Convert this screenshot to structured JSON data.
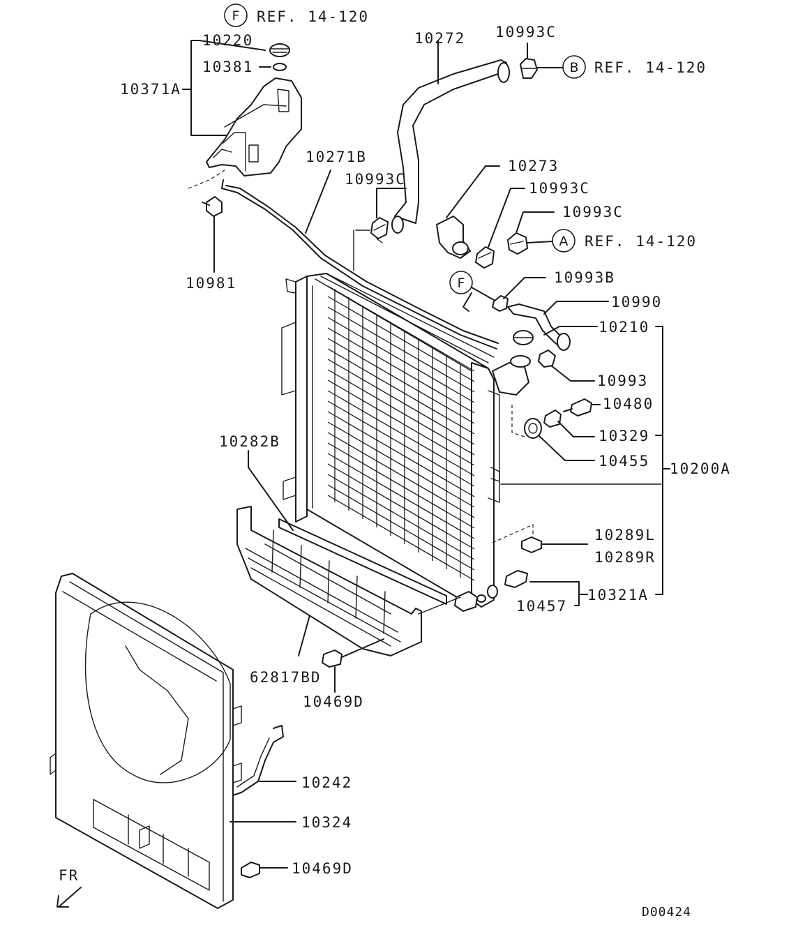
{
  "diagram_id": "D00424",
  "orientation_label": "FR",
  "references": {
    "f_top": {
      "letter": "F",
      "text": "REF. 14-120"
    },
    "b": {
      "letter": "B",
      "text": "REF. 14-120"
    },
    "a": {
      "letter": "A",
      "text": "REF. 14-120"
    },
    "f_mid": {
      "letter": "F"
    }
  },
  "parts": {
    "p10220": "10220",
    "p10381": "10381",
    "p10371A": "10371A",
    "p10272": "10272",
    "p10993C_top": "10993C",
    "p10271B": "10271B",
    "p10993C_left": "10993C",
    "p10273": "10273",
    "p10993C_mid1": "10993C",
    "p10993C_mid2": "10993C",
    "p10981": "10981",
    "p10993B": "10993B",
    "p10990": "10990",
    "p10210": "10210",
    "p10993": "10993",
    "p10480": "10480",
    "p10329": "10329",
    "p10282B": "10282B",
    "p10455": "10455",
    "p10200A": "10200A",
    "p10289L": "10289L",
    "p10289R": "10289R",
    "p10321A": "10321A",
    "p10457": "10457",
    "p62817BD": "62817BD",
    "p10469D_mid": "10469D",
    "p10242": "10242",
    "p10324": "10324",
    "p10469D_bot": "10469D"
  }
}
